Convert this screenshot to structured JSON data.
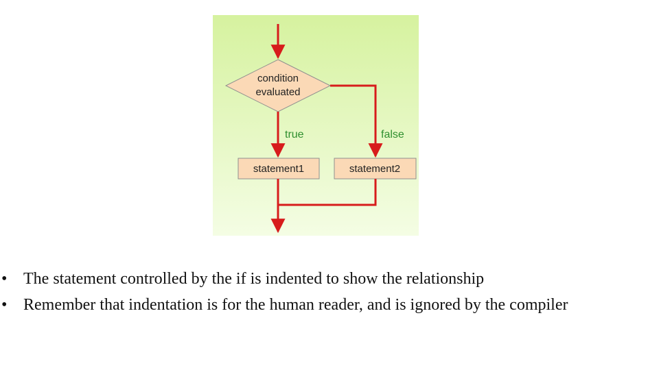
{
  "flowchart": {
    "decision": {
      "line1": "condition",
      "line2": "evaluated"
    },
    "true_label": "true",
    "false_label": "false",
    "statement1": "statement1",
    "statement2": "statement2",
    "colors": {
      "background_top": "#d6f29f",
      "background_bottom": "#f4fde4",
      "node_fill": "#fbd9b6",
      "node_stroke": "#8f8f8f",
      "arrow": "#d71c1c",
      "branch_label": "#2f8f2f"
    }
  },
  "bullets": [
    {
      "symbol": "•",
      "text": "The statement controlled by the if is indented to show the relationship"
    },
    {
      "symbol": "•",
      "text": "Remember that indentation is for the human reader, and is ignored by the compiler"
    }
  ]
}
